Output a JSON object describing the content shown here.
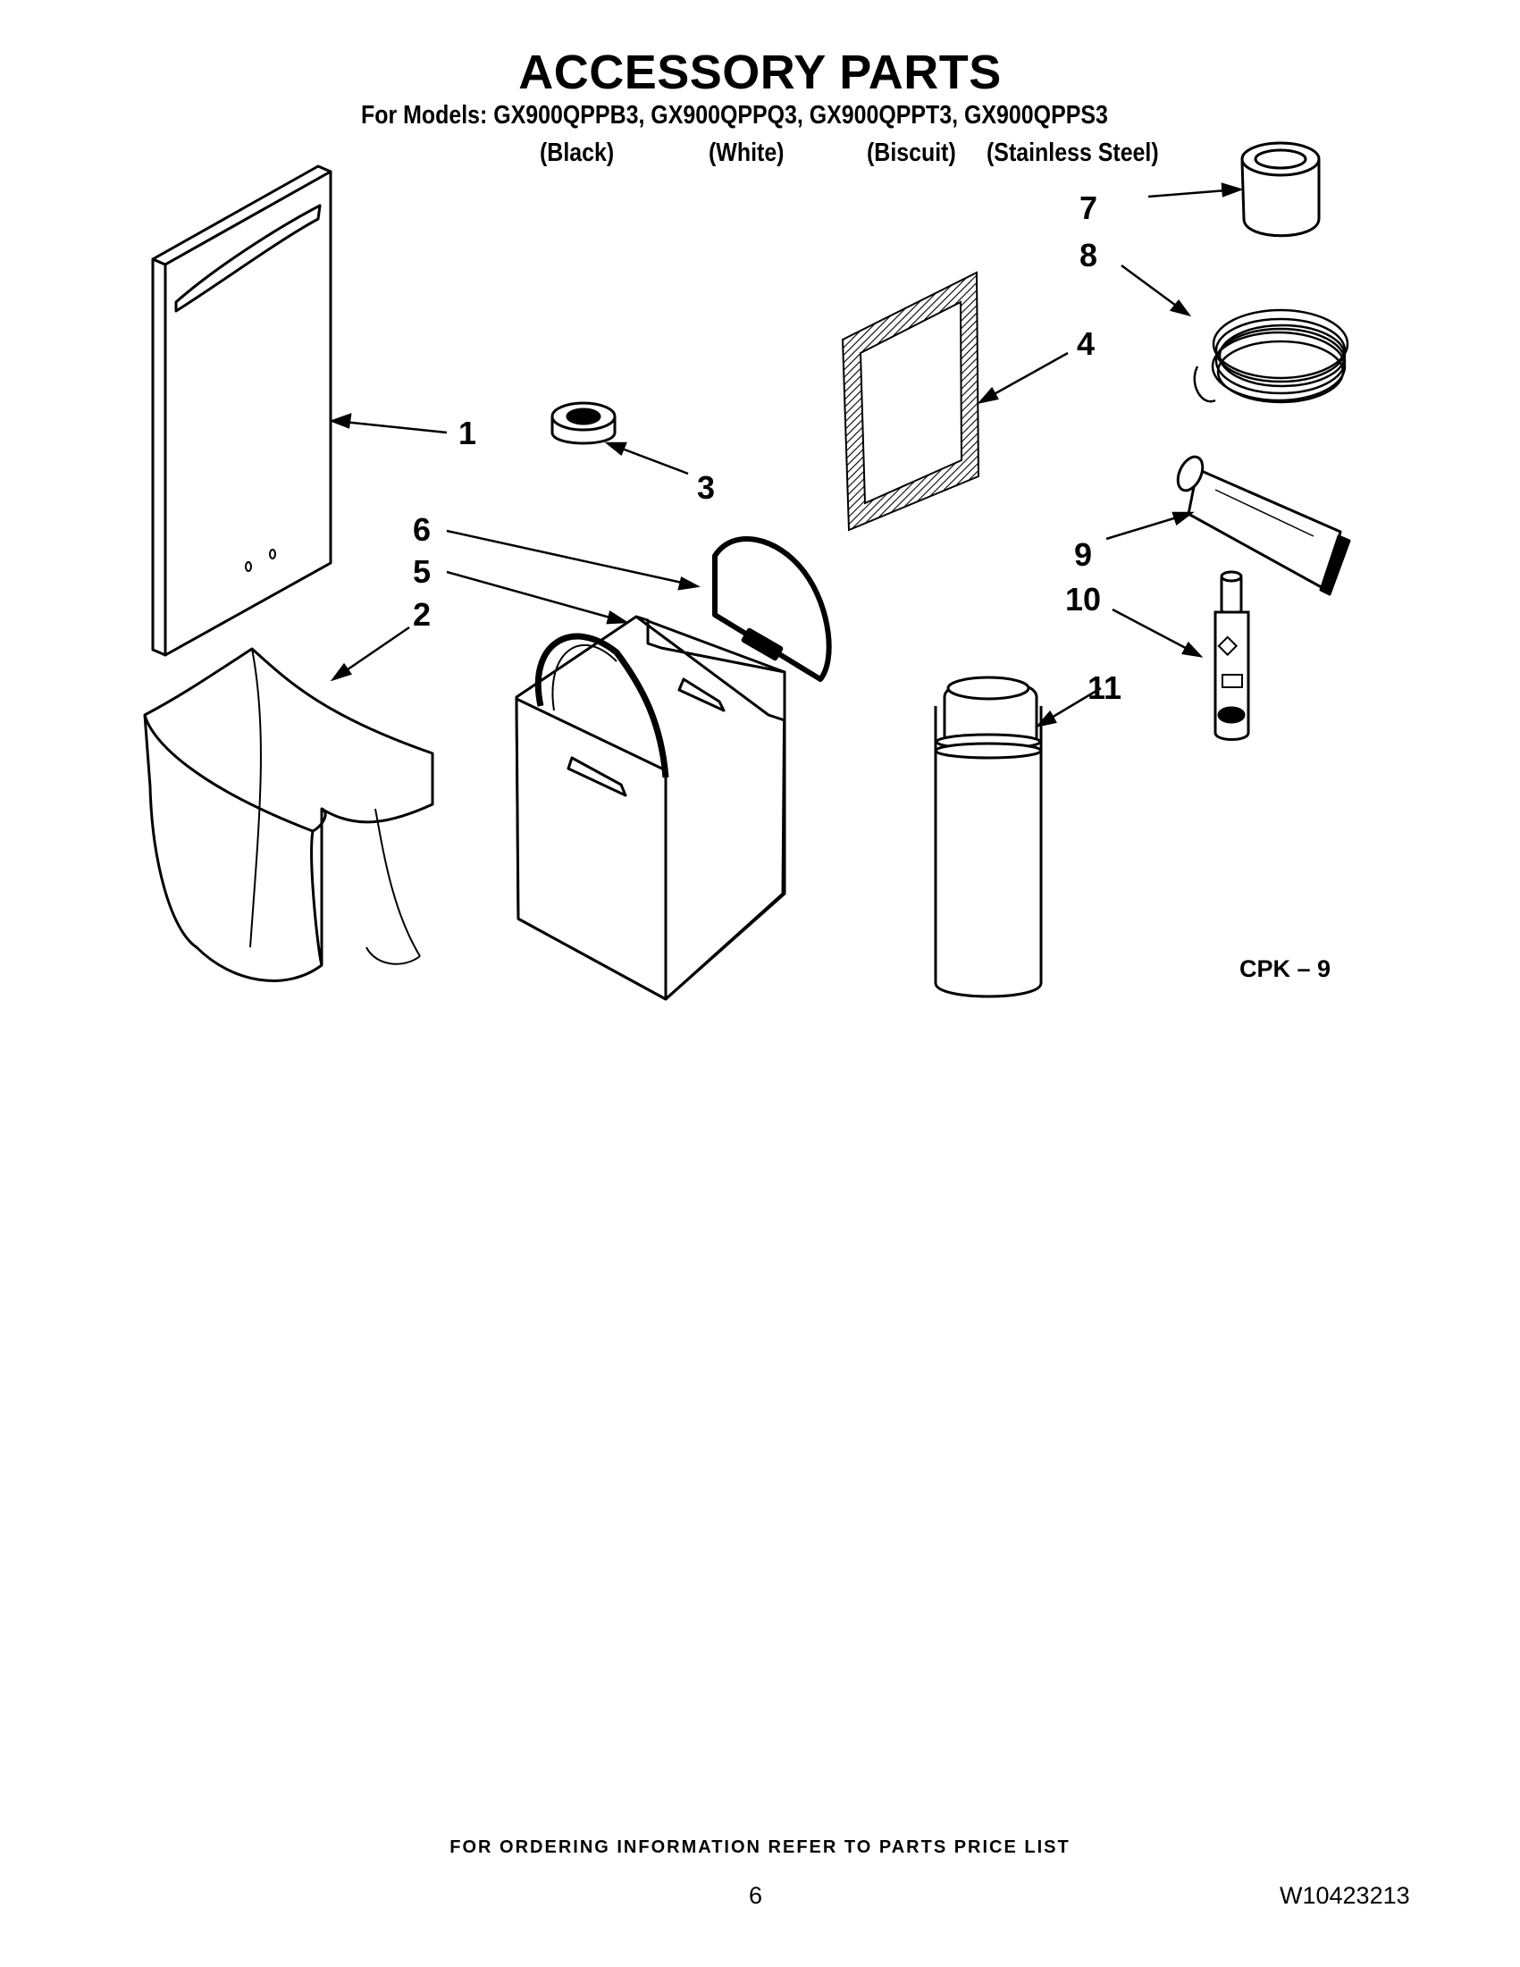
{
  "header": {
    "title": "ACCESSORY PARTS",
    "models_line": "For Models: GX900QPPB3, GX900QPPQ3, GX900QPPT3, GX900QPPS3",
    "colors": [
      "(Black)",
      "(White)",
      "(Biscuit)",
      "(Stainless Steel)"
    ]
  },
  "diagram": {
    "callouts": [
      "1",
      "2",
      "3",
      "4",
      "5",
      "6",
      "7",
      "8",
      "9",
      "10",
      "11"
    ],
    "code": "CPK – 9"
  },
  "footer": {
    "note": "FOR ORDERING INFORMATION REFER TO PARTS PRICE LIST",
    "page_number": "6",
    "doc_number": "W10423213"
  }
}
